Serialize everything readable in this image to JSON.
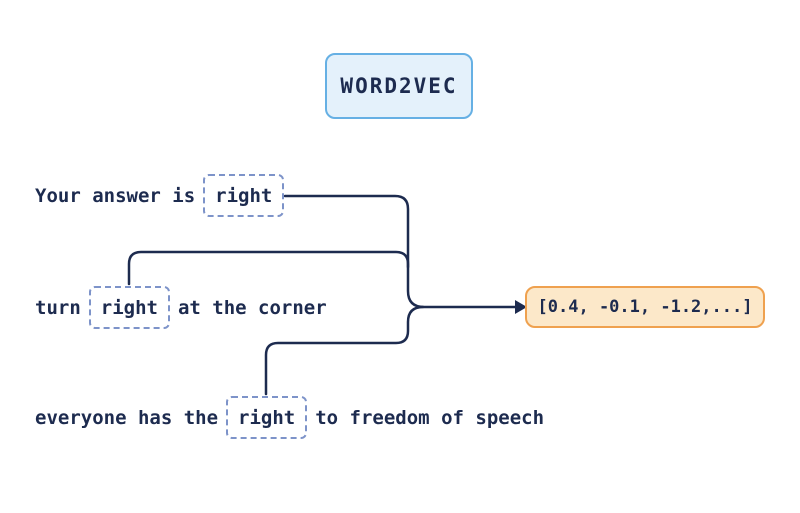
{
  "title": {
    "label": "WORD2VEC"
  },
  "sentences": [
    {
      "before": "Your answer is",
      "word": "right",
      "after": ""
    },
    {
      "before": "turn",
      "word": "right",
      "after": "at the corner"
    },
    {
      "before": "everyone has the",
      "word": "right",
      "after": "to freedom of speech"
    }
  ],
  "vector": {
    "label": "[0.4, -0.1, -1.2,...]"
  },
  "colors": {
    "ink": "#1d2b4f",
    "title_border": "#66b0e4",
    "title_fill": "#e4f1fb",
    "dashed_border": "#7d93c9",
    "vector_border": "#efa14f",
    "vector_fill": "#fce8c9"
  }
}
